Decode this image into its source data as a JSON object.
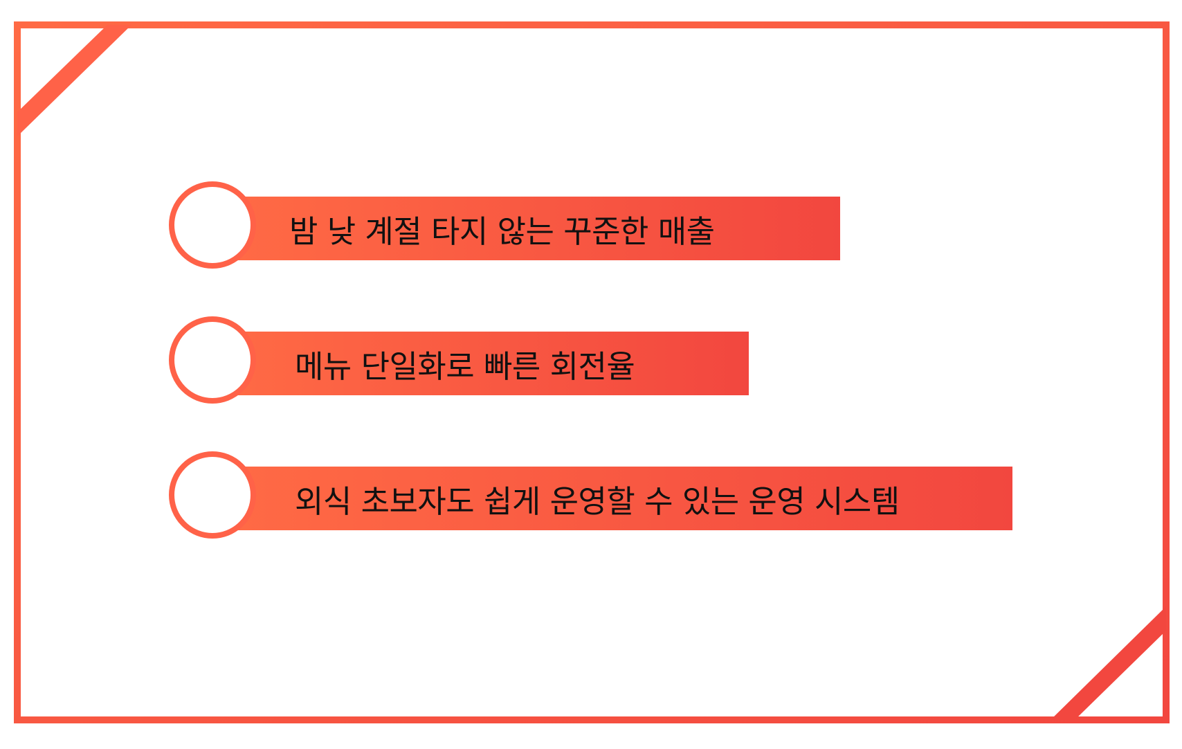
{
  "colors": {
    "accent_start": "#ff6a45",
    "accent_end": "#f2473f",
    "background": "#ffffff",
    "text": "#111111"
  },
  "features": [
    {
      "label": "밤 낮 계절 타지 않는 꾸준한 매출"
    },
    {
      "label": "메뉴 단일화로 빠른 회전율"
    },
    {
      "label": "외식 초보자도 쉽게 운영할 수 있는 운영 시스템"
    }
  ]
}
